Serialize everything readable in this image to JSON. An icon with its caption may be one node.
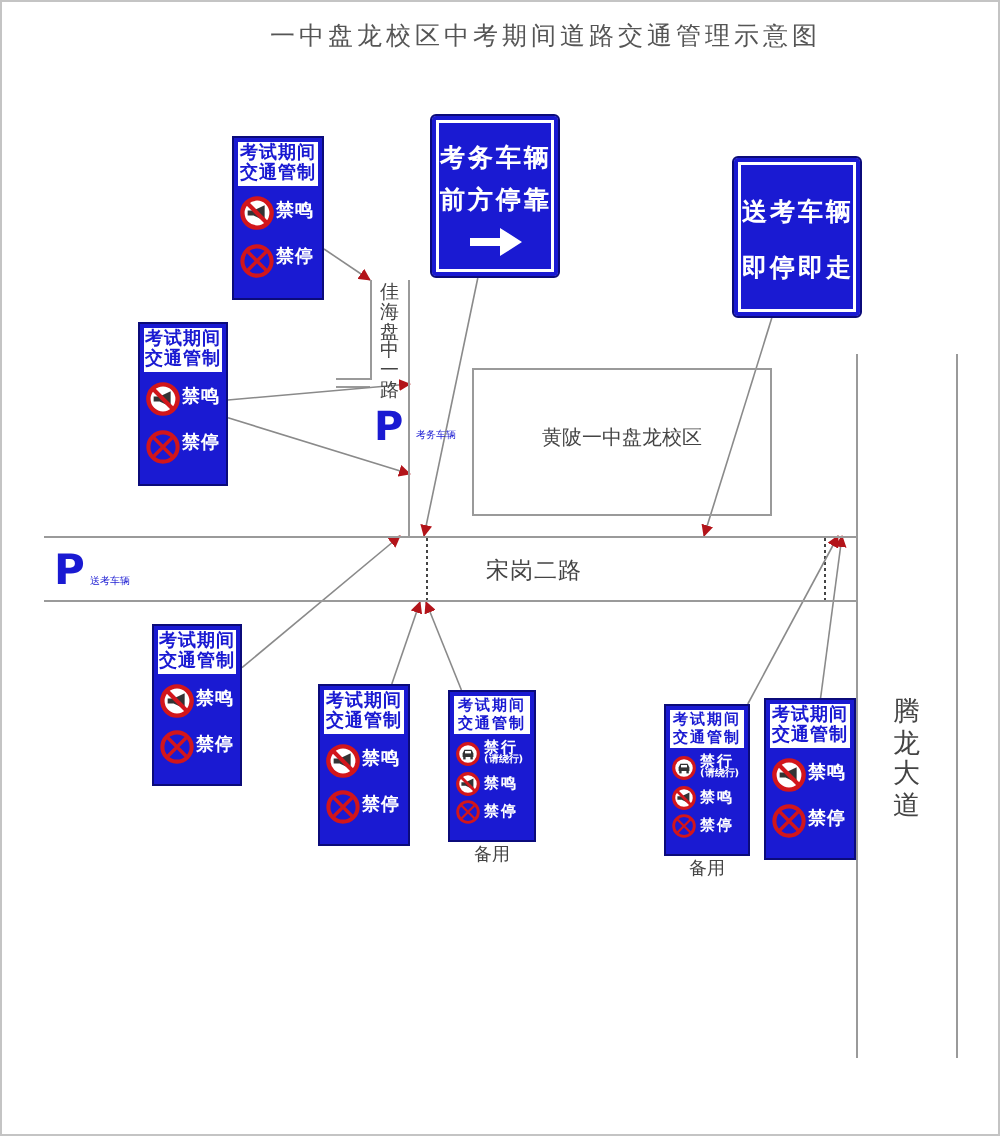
{
  "diagram": {
    "title": "一中盘龙校区中考期间道路交通管理示意图",
    "nodes": [
      {
        "text": [
          "考试期间交通管制",
          "禁鸣",
          "禁停"
        ]
      },
      {
        "text": [
          "考务车辆前方停靠"
        ]
      },
      {
        "text": [
          "送考车辆即停即走"
        ]
      },
      {
        "text": [
          "佳海盘中一路"
        ]
      },
      {
        "text": [
          "考试期间交通管制",
          "禁鸣",
          "禁停"
        ]
      },
      {
        "text": [
          "黄陂一中盘龙校区"
        ]
      },
      {
        "text": [
          "宋岗二路"
        ]
      },
      {
        "text": [
          "考试期间交通管制",
          "禁鸣",
          "禁停"
        ]
      },
      {
        "text": [
          "考试期间交通管制",
          "禁鸣",
          "禁停"
        ]
      },
      {
        "text": [
          "考试期间交通管制",
          "禁行",
          "(请绕行)",
          "禁鸣",
          "禁停"
        ],
        "beside": [
          "备用"
        ]
      },
      {
        "text": [
          "考试期间交通管制",
          "禁行",
          "(请绕行)",
          "禁鸣",
          "禁停"
        ],
        "beside": [
          "备用"
        ]
      },
      {
        "text": [
          "考试期间交通管制",
          "禁鸣",
          "禁停"
        ]
      },
      {
        "text": [
          "腾龙大道"
        ]
      }
    ],
    "edges": [
      {
        "from": 0,
        "to": 3,
        "arrow": "to"
      },
      {
        "from": 4,
        "to": 3,
        "arrow": "to"
      },
      {
        "from": 4,
        "to": 3,
        "arrow": "to"
      },
      {
        "from": 1,
        "to": 6,
        "arrow": "to"
      },
      {
        "from": 2,
        "to": 6,
        "arrow": "to"
      },
      {
        "from": 7,
        "to": 6,
        "arrow": "to"
      },
      {
        "from": 8,
        "to": 6,
        "arrow": "to"
      },
      {
        "from": 9,
        "to": 6,
        "arrow": "to"
      },
      {
        "from": 10,
        "to": 6,
        "arrow": "to"
      },
      {
        "from": 11,
        "to": 6,
        "arrow": "to"
      }
    ],
    "labels": [
      "P",
      "考务车辆",
      "P",
      "送考车辆"
    ]
  }
}
